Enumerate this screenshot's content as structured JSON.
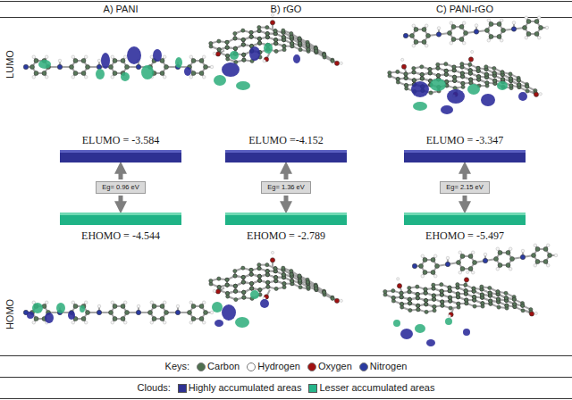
{
  "diagram": {
    "nodes": [
      {
        "text": [
          "ELUMO = -3.584"
        ]
      },
      {
        "text": [
          "Eg= 0.96 eV"
        ]
      },
      {
        "text": [
          "EHOMO = -4.544"
        ]
      },
      {
        "text": [
          "ELUMO =-4.152"
        ]
      },
      {
        "text": [
          "Eg= 1.36 eV"
        ]
      },
      {
        "text": [
          "EHOMO = -2.789"
        ]
      },
      {
        "text": [
          "ELUMO = -3.347"
        ]
      },
      {
        "text": [
          "Eg= 2.15 eV"
        ]
      },
      {
        "text": [
          "EHOMO = -5.497"
        ]
      }
    ],
    "edges": [
      {
        "from": 1,
        "to": 0,
        "arrow": "to"
      },
      {
        "from": 1,
        "to": 2,
        "arrow": "to"
      },
      {
        "from": 4,
        "to": 3,
        "arrow": "to"
      },
      {
        "from": 4,
        "to": 5,
        "arrow": "to"
      },
      {
        "from": 7,
        "to": 6,
        "arrow": "to"
      },
      {
        "from": 7,
        "to": 8,
        "arrow": "to"
      }
    ],
    "labels": [
      "A) PANI",
      "B) rGO",
      "C) PANI-rGO",
      "LUMO",
      "HOMO",
      "Keys:",
      "Clouds:"
    ],
    "legend": [
      {
        "text": "Carbon",
        "color": "#4f7050"
      },
      {
        "text": "Hydrogen",
        "color": "#ffffff"
      },
      {
        "text": "Oxygen",
        "color": "#a01010"
      },
      {
        "text": "Nitrogen",
        "color": "#2a3aa0"
      },
      {
        "text": "Highly accumulated areas",
        "color": "#2e3192"
      },
      {
        "text": "Lesser accumulated areas",
        "color": "#26b58a"
      }
    ]
  }
}
